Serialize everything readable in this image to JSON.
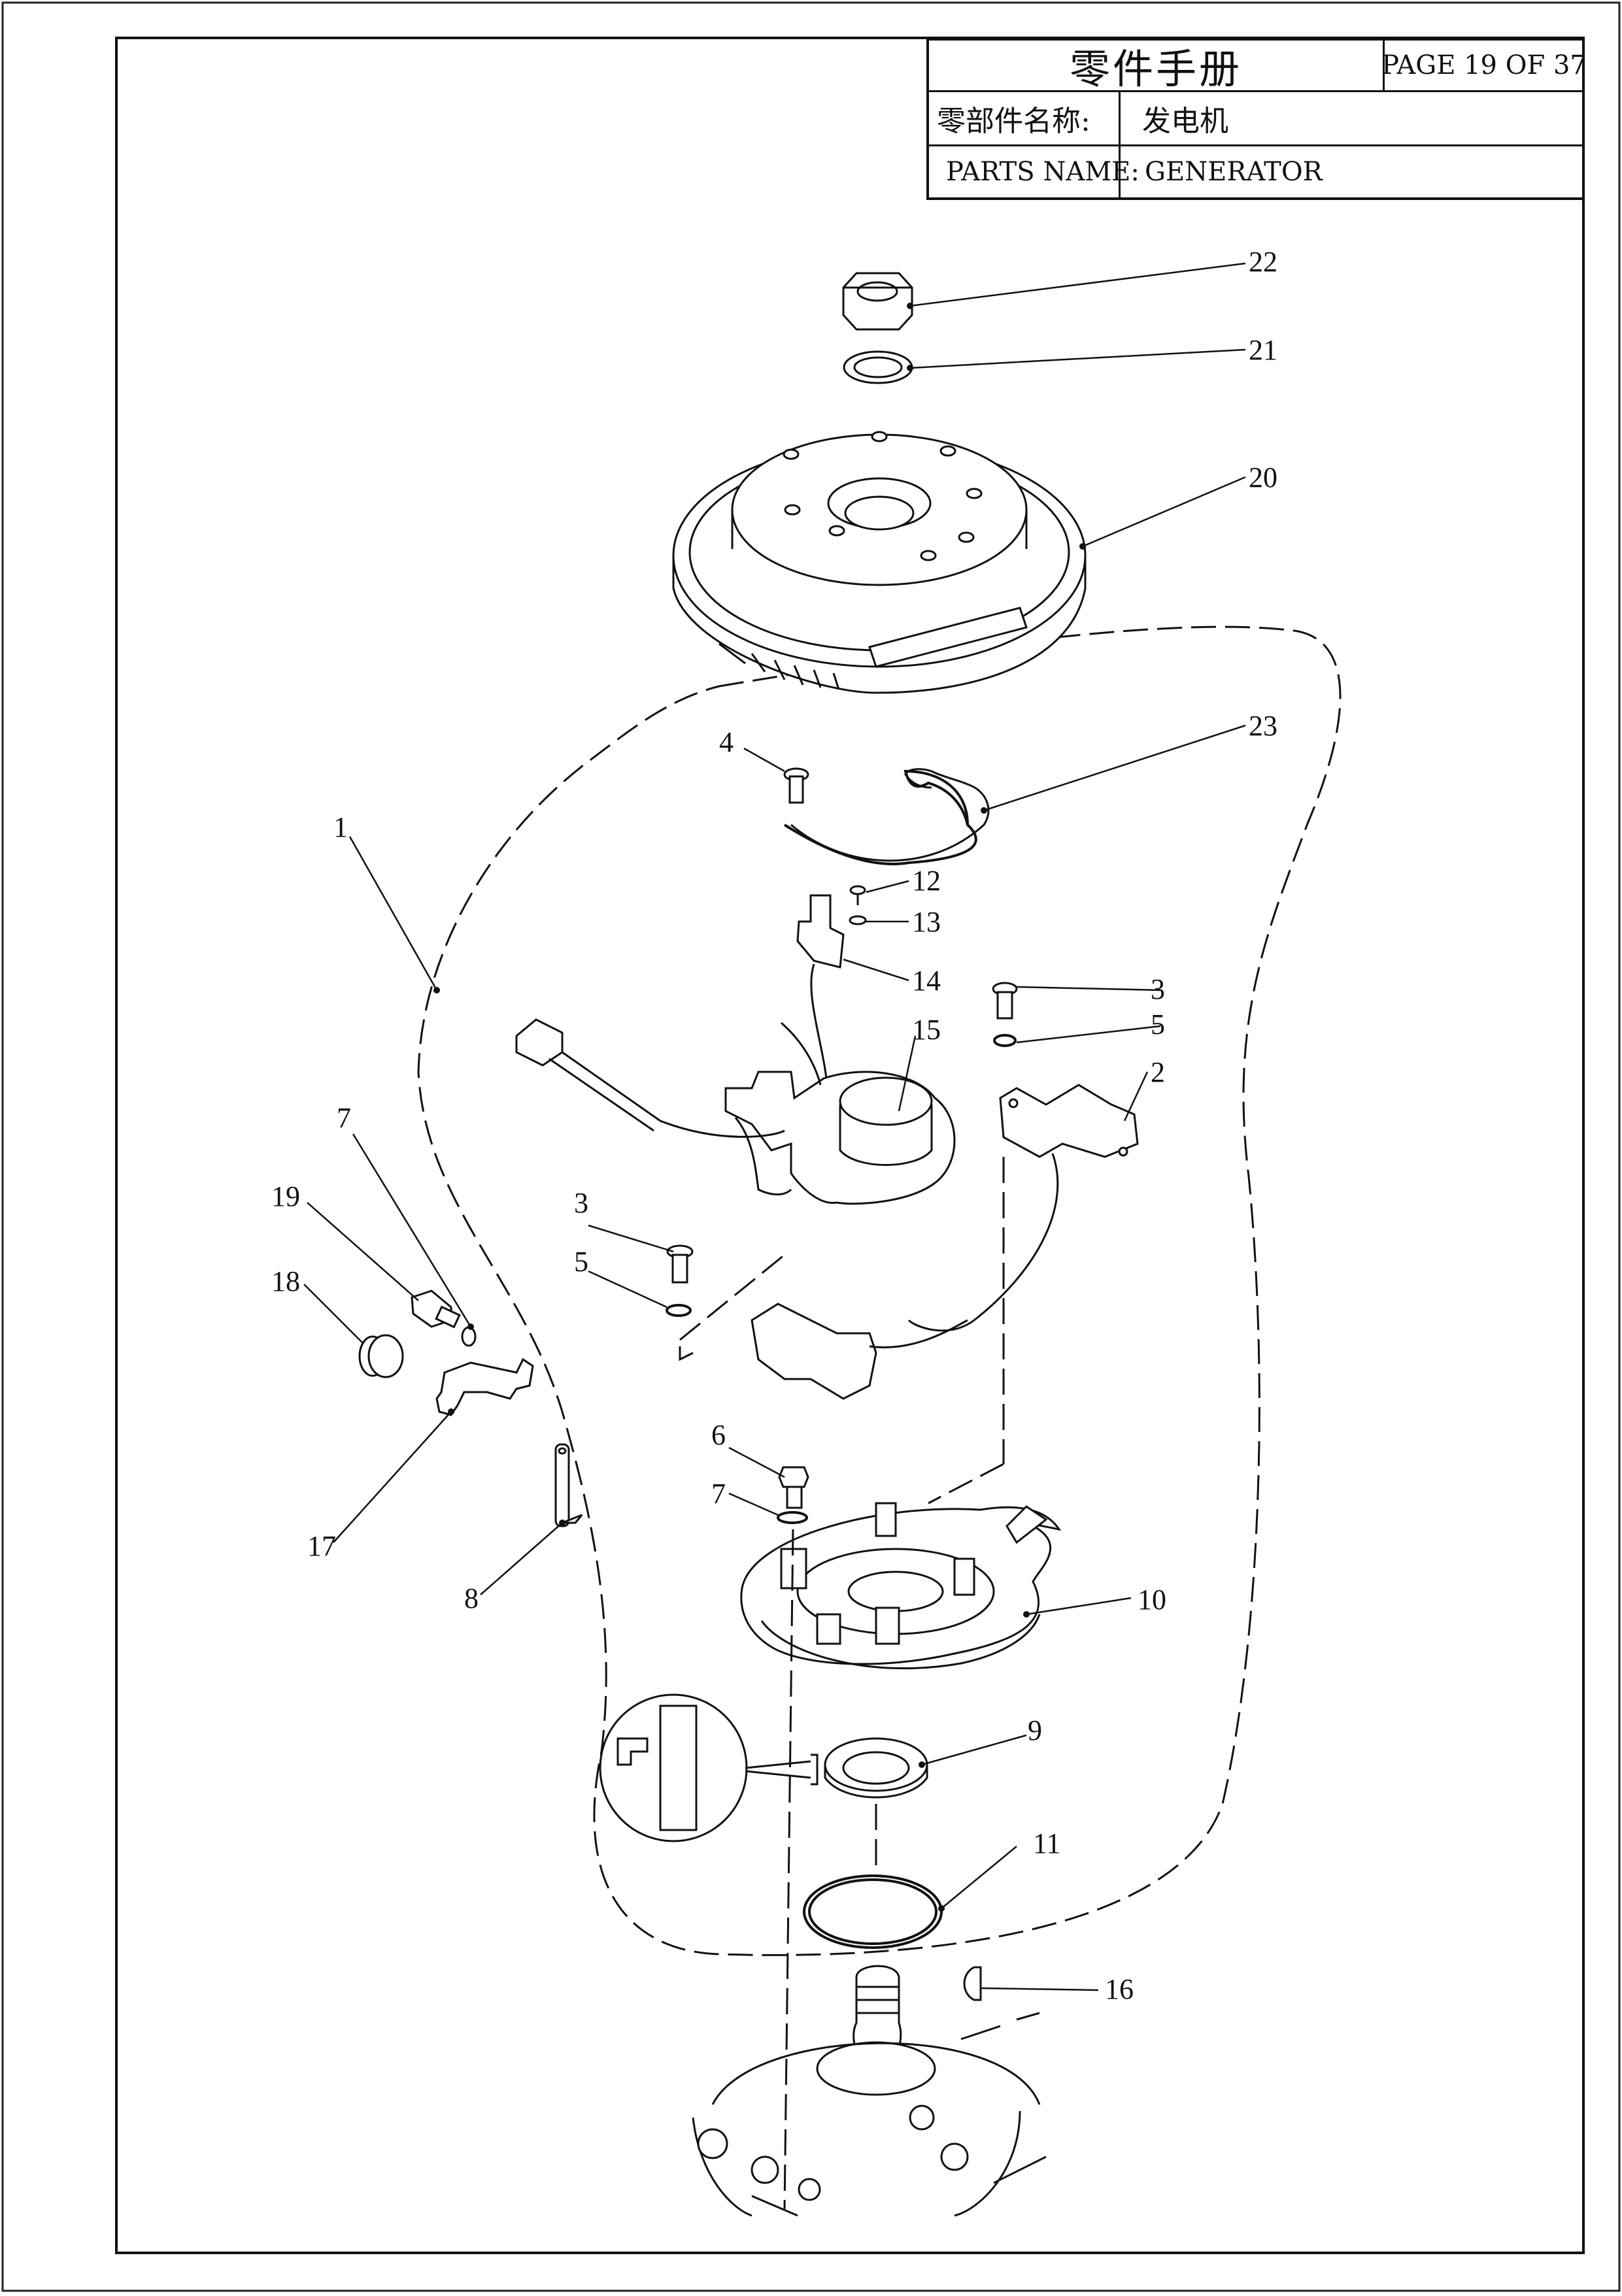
{
  "title_block": {
    "title": "零件手册",
    "page": "PAGE 19 OF 37",
    "name_cn_label": "零部件名称:",
    "name_cn_value": "发电机",
    "name_en_label": "PARTS NAME:",
    "name_en_value": "GENERATOR"
  },
  "callouts": [
    {
      "id": "c22",
      "label": "22"
    },
    {
      "id": "c21",
      "label": "21"
    },
    {
      "id": "c20",
      "label": "20"
    },
    {
      "id": "c23",
      "label": "23"
    },
    {
      "id": "c4",
      "label": "4"
    },
    {
      "id": "c1",
      "label": "1"
    },
    {
      "id": "c12",
      "label": "12"
    },
    {
      "id": "c13",
      "label": "13"
    },
    {
      "id": "c14",
      "label": "14"
    },
    {
      "id": "c3a",
      "label": "3"
    },
    {
      "id": "c5a",
      "label": "5"
    },
    {
      "id": "c15",
      "label": "15"
    },
    {
      "id": "c2",
      "label": "2"
    },
    {
      "id": "c7a",
      "label": "7"
    },
    {
      "id": "c19",
      "label": "19"
    },
    {
      "id": "c18",
      "label": "18"
    },
    {
      "id": "c3b",
      "label": "3"
    },
    {
      "id": "c5b",
      "label": "5"
    },
    {
      "id": "c17",
      "label": "17"
    },
    {
      "id": "c8",
      "label": "8"
    },
    {
      "id": "c6",
      "label": "6"
    },
    {
      "id": "c7b",
      "label": "7"
    },
    {
      "id": "c10",
      "label": "10"
    },
    {
      "id": "c9",
      "label": "9"
    },
    {
      "id": "c11",
      "label": "11"
    },
    {
      "id": "c16",
      "label": "16"
    }
  ]
}
